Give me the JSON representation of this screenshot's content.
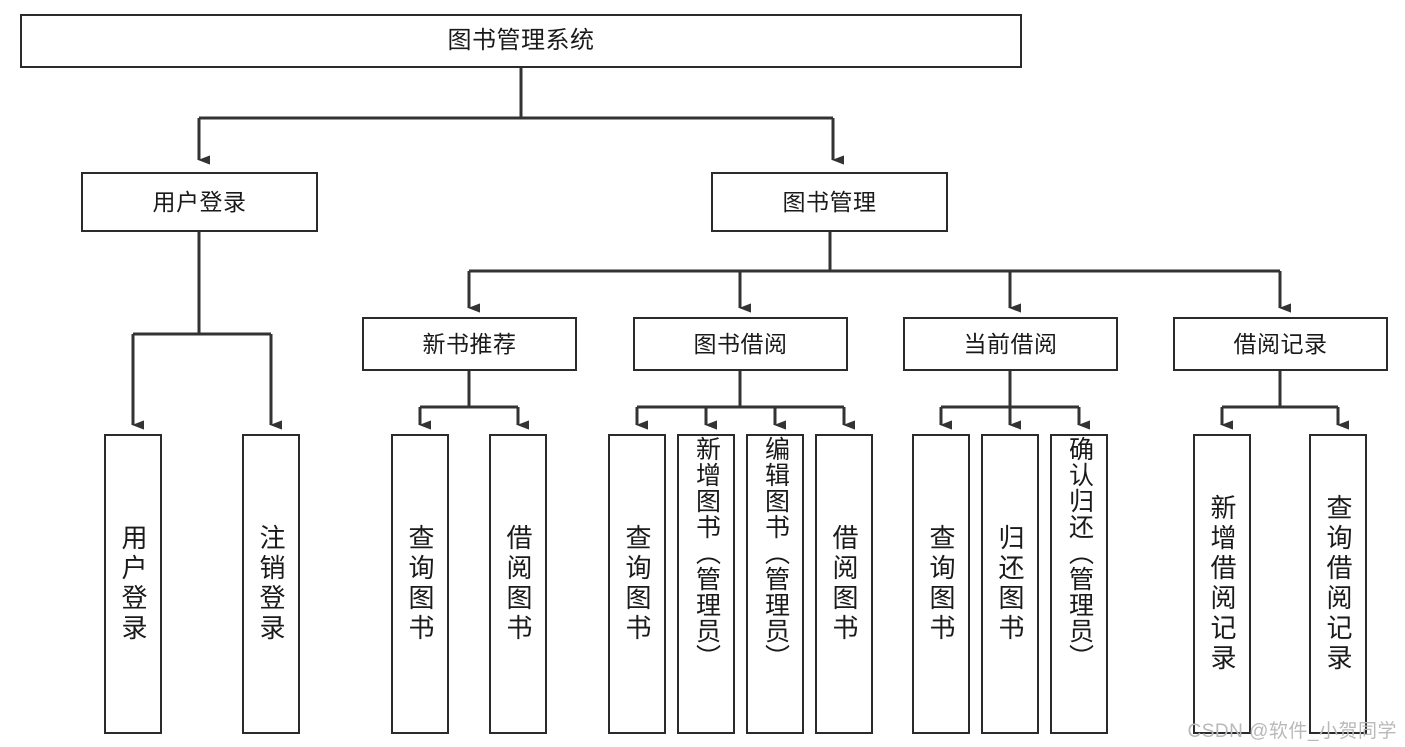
{
  "diagram": {
    "title": "图书管理系统",
    "type": "tree-hierarchy-chart",
    "colors": {
      "box_border": "#2b2b2b",
      "box_fill": "#ffffff",
      "connector": "#333333",
      "text": "#1a1a1a",
      "watermark": "#b9b9b9",
      "background": "#ffffff"
    }
  },
  "root": {
    "label": "图书管理系统"
  },
  "level2": [
    {
      "label": "用户登录"
    },
    {
      "label": "图书管理"
    }
  ],
  "level3": [
    {
      "label": "新书推荐"
    },
    {
      "label": "图书借阅"
    },
    {
      "label": "当前借阅"
    },
    {
      "label": "借阅记录"
    }
  ],
  "leaves": {
    "user_login": [
      {
        "label": "用户登录"
      },
      {
        "label": "注销登录"
      }
    ],
    "new_book": [
      {
        "label": "查询图书"
      },
      {
        "label": "借阅图书"
      }
    ],
    "book_borrow": [
      {
        "label": "查询图书"
      },
      {
        "label": "新增图书（管理员）"
      },
      {
        "label": "编辑图书（管理员）"
      },
      {
        "label": "借阅图书"
      }
    ],
    "current_borrow": [
      {
        "label": "查询图书"
      },
      {
        "label": "归还图书"
      },
      {
        "label": "确认归还（管理员）"
      }
    ],
    "borrow_record": [
      {
        "label": "新增借阅记录"
      },
      {
        "label": "查询借阅记录"
      }
    ]
  },
  "watermark": {
    "text": "CSDN @软件_小贺同学"
  }
}
